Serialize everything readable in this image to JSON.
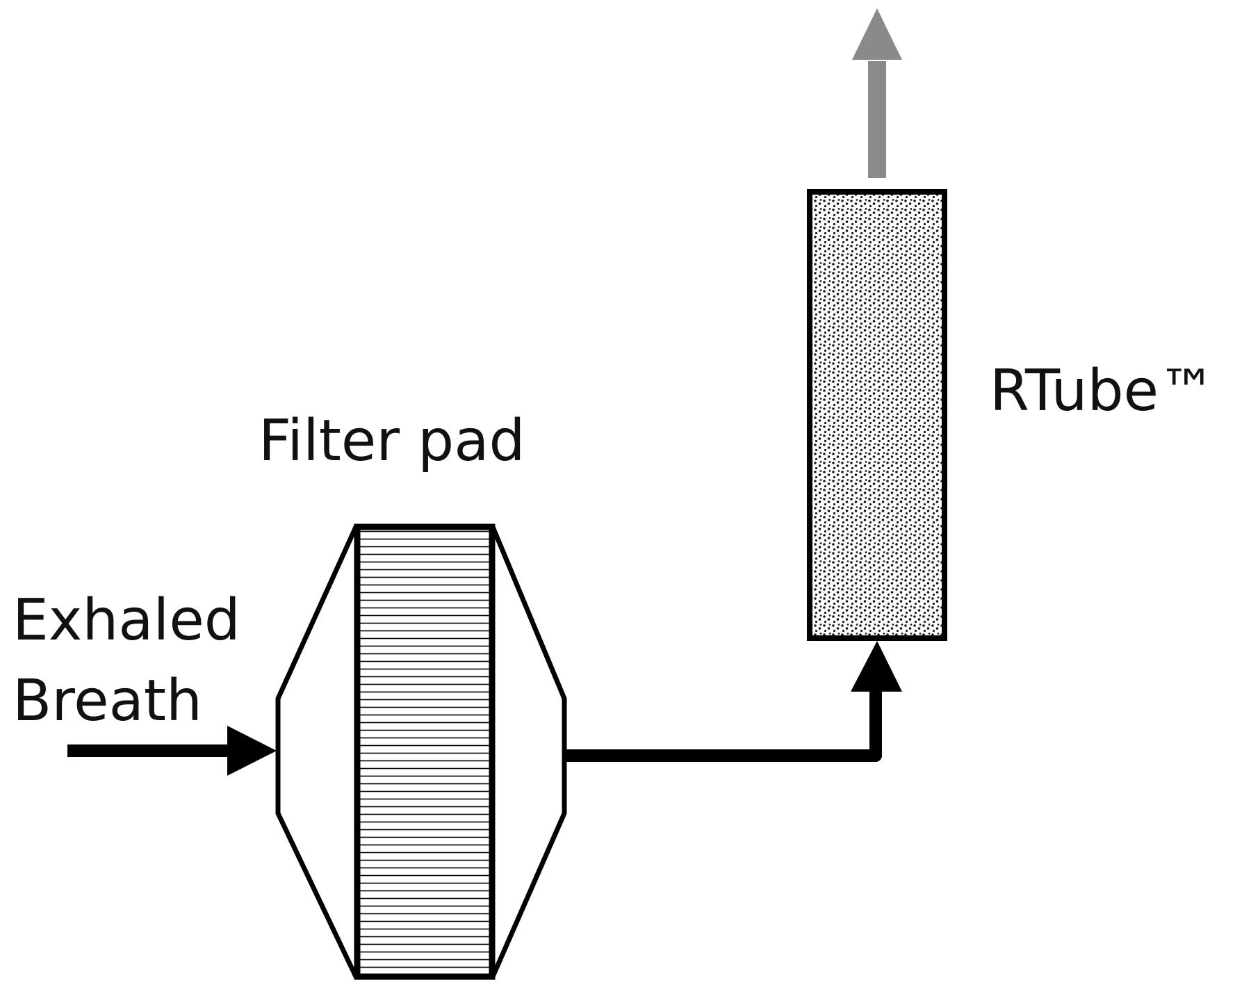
{
  "labels": {
    "filter_pad": "Filter pad",
    "rtube": "RTube™",
    "exhaled_line1": "Exhaled",
    "exhaled_line2": "Breath"
  },
  "colors": {
    "stroke": "#000000",
    "outlet_arrow": "#8a8a8a",
    "stipple": "#1a1a1a",
    "background": "#ffffff"
  }
}
